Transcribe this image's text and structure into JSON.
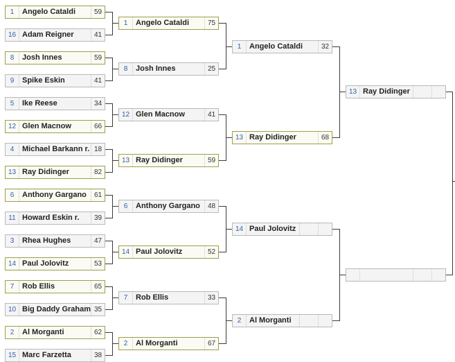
{
  "bracket": {
    "round1": [
      {
        "seed": "1",
        "name": "Angelo Cataldi",
        "score": "59",
        "winner": true
      },
      {
        "seed": "16",
        "name": "Adam Reigner",
        "score": "41",
        "winner": false
      },
      {
        "seed": "8",
        "name": "Josh Innes",
        "score": "59",
        "winner": true
      },
      {
        "seed": "9",
        "name": "Spike Eskin",
        "score": "41",
        "winner": false
      },
      {
        "seed": "5",
        "name": "Ike Reese",
        "score": "34",
        "winner": false
      },
      {
        "seed": "12",
        "name": "Glen Macnow",
        "score": "66",
        "winner": true
      },
      {
        "seed": "4",
        "name": "Michael Barkann r.",
        "score": "18",
        "winner": false
      },
      {
        "seed": "13",
        "name": "Ray Didinger",
        "score": "82",
        "winner": true
      },
      {
        "seed": "6",
        "name": "Anthony Gargano",
        "score": "61",
        "winner": true
      },
      {
        "seed": "11",
        "name": "Howard Eskin r.",
        "score": "39",
        "winner": false
      },
      {
        "seed": "3",
        "name": "Rhea Hughes",
        "score": "47",
        "winner": false
      },
      {
        "seed": "14",
        "name": "Paul Jolovitz",
        "score": "53",
        "winner": true
      },
      {
        "seed": "7",
        "name": "Rob Ellis",
        "score": "65",
        "winner": true
      },
      {
        "seed": "10",
        "name": "Big Daddy Graham",
        "score": "35",
        "winner": false
      },
      {
        "seed": "2",
        "name": "Al Morganti",
        "score": "62",
        "winner": true
      },
      {
        "seed": "15",
        "name": "Marc Farzetta",
        "score": "38",
        "winner": false
      }
    ],
    "round2": [
      {
        "seed": "1",
        "name": "Angelo Cataldi",
        "score": "75",
        "winner": true
      },
      {
        "seed": "8",
        "name": "Josh Innes",
        "score": "25",
        "winner": false
      },
      {
        "seed": "12",
        "name": "Glen Macnow",
        "score": "41",
        "winner": false
      },
      {
        "seed": "13",
        "name": "Ray Didinger",
        "score": "59",
        "winner": true
      },
      {
        "seed": "6",
        "name": "Anthony Gargano",
        "score": "48",
        "winner": false
      },
      {
        "seed": "14",
        "name": "Paul Jolovitz",
        "score": "52",
        "winner": true
      },
      {
        "seed": "7",
        "name": "Rob Ellis",
        "score": "33",
        "winner": false
      },
      {
        "seed": "2",
        "name": "Al Morganti",
        "score": "67",
        "winner": true
      }
    ],
    "round3": [
      {
        "seed": "1",
        "name": "Angelo Cataldi",
        "score": "32",
        "winner": false
      },
      {
        "seed": "13",
        "name": "Ray Didinger",
        "score": "68",
        "winner": true
      },
      {
        "seed": "14",
        "name": "Paul Jolovitz",
        "score": "",
        "winner": false
      },
      {
        "seed": "2",
        "name": "Al Morganti",
        "score": "",
        "winner": false
      }
    ],
    "round4": [
      {
        "seed": "13",
        "name": "Ray Didinger",
        "score": "",
        "winner": false
      },
      {
        "seed": "",
        "name": "",
        "score": "",
        "winner": false
      }
    ]
  }
}
